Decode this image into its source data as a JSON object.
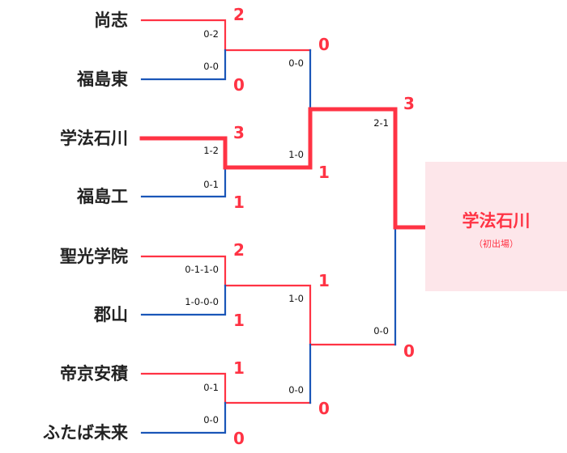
{
  "teams": [
    "尚志",
    "福島東",
    "学法石川",
    "福島工",
    "聖光学院",
    "郡山",
    "帝京安積",
    "ふたば未来"
  ],
  "round1": {
    "scores": [
      "2",
      "0",
      "3",
      "1",
      "2",
      "1",
      "1",
      "0"
    ],
    "innings": [
      "0-2",
      "0-0",
      "1-2",
      "0-1",
      "0-1-1-0",
      "1-0-0-0",
      "0-1",
      "0-0"
    ]
  },
  "round2": {
    "scores": [
      "0",
      "1",
      "1",
      "0"
    ],
    "innings": [
      "0-0",
      "1-0",
      "1-0",
      "0-0"
    ]
  },
  "final": {
    "scores": [
      "3",
      "0"
    ],
    "innings": [
      "2-1",
      "0-0"
    ]
  },
  "champion": {
    "name": "学法石川",
    "note": "（初出場）"
  },
  "colors": {
    "win": "#ff3344",
    "lose": "#1a56b8",
    "champion_bg": "#fde6ea"
  }
}
